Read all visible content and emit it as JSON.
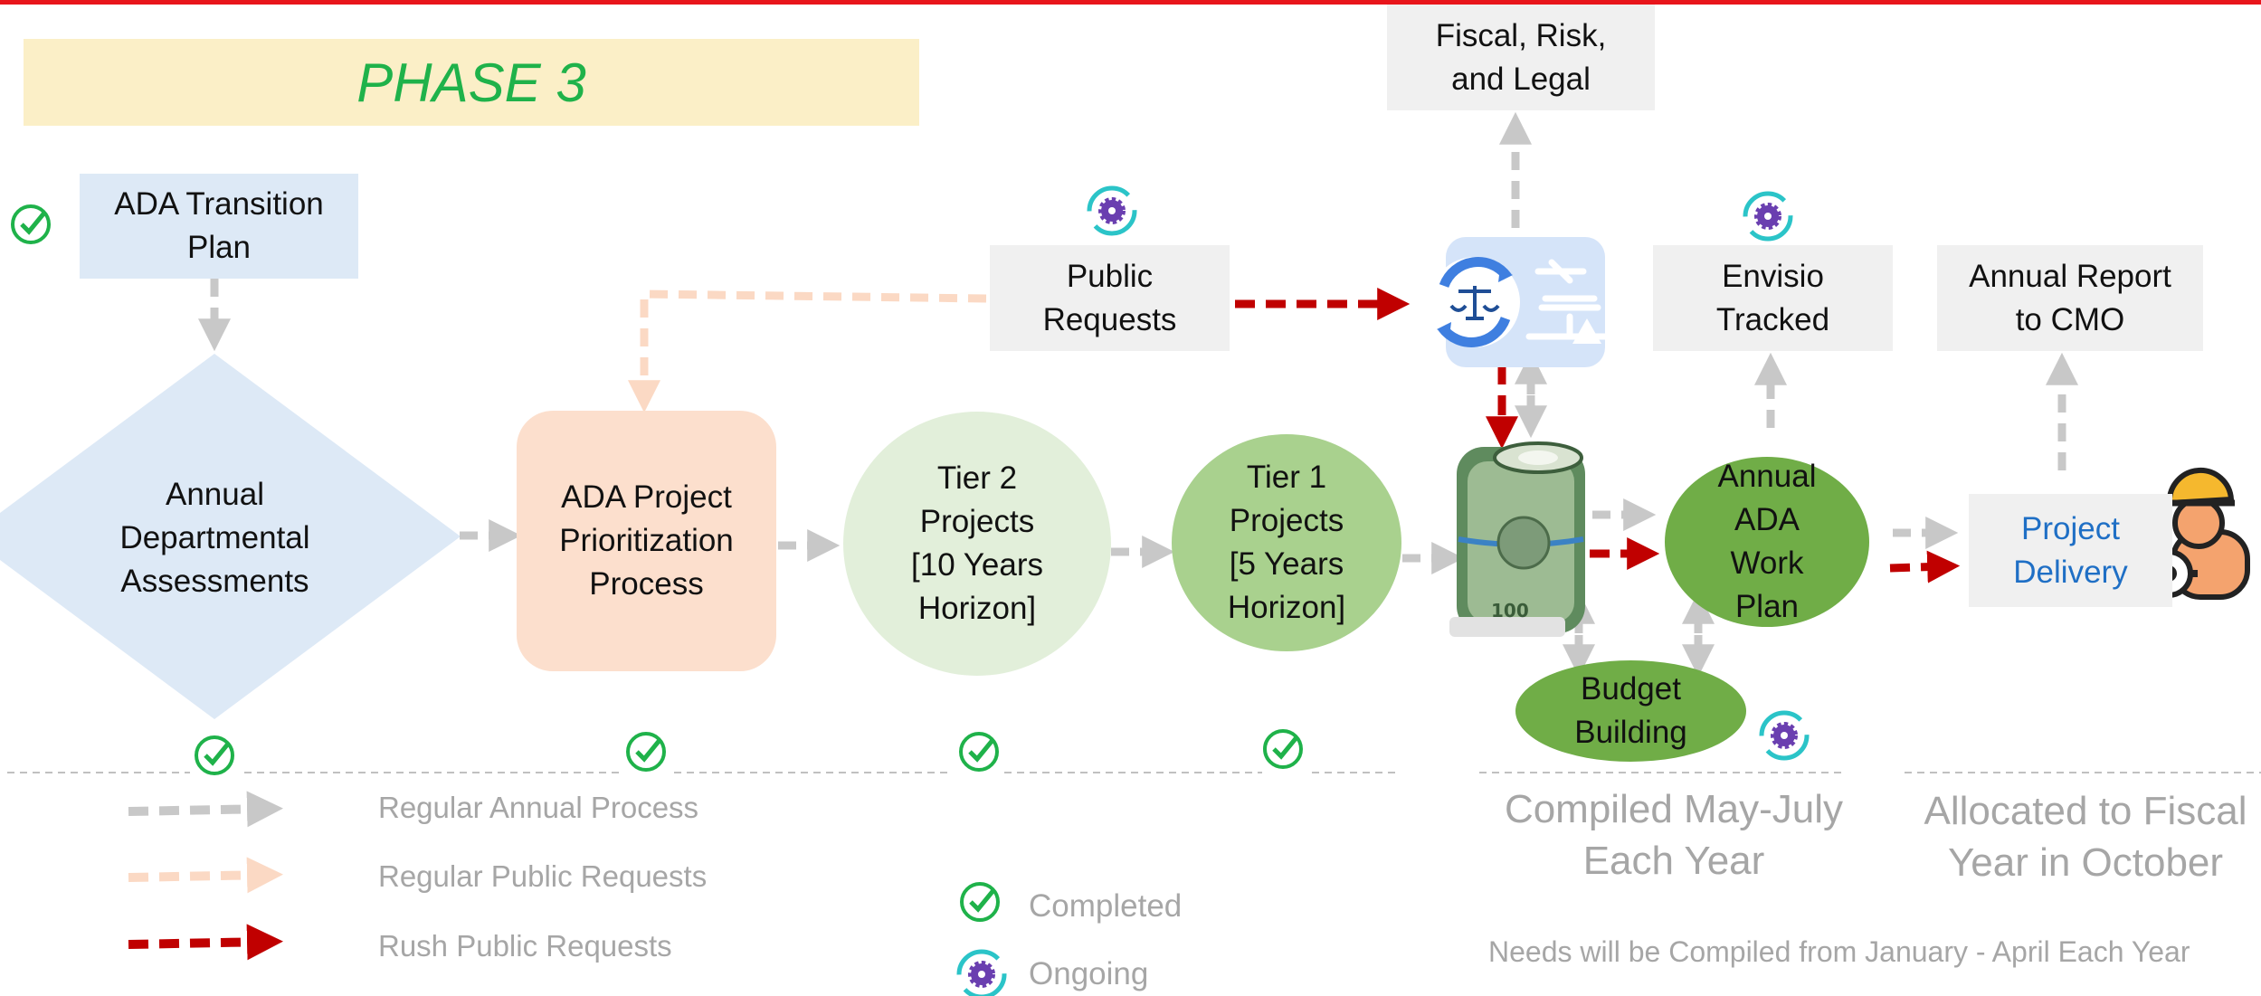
{
  "phase_title": "PHASE 3",
  "nodes": {
    "ada_transition_plan": "ADA Transition\nPlan",
    "annual_assessments": "Annual\nDepartmental\nAssessments",
    "prioritization": "ADA Project\nPrioritization\nProcess",
    "tier2": "Tier 2\nProjects\n[10 Years\nHorizon]",
    "tier1": "Tier 1\nProjects\n[5 Years\nHorizon]",
    "public_requests": "Public\nRequests",
    "fiscal_risk_legal": "Fiscal, Risk,\nand Legal",
    "envisio_tracked": "Envisio\nTracked",
    "annual_report": "Annual Report\nto CMO",
    "annual_work_plan": "Annual\nADA\nWork\nPlan",
    "budget_building": "Budget\nBuilding",
    "project_delivery": "Project\nDelivery"
  },
  "legend": {
    "regular_annual": "Regular Annual Process",
    "regular_public": "Regular Public Requests",
    "rush_public": "Rush Public Requests",
    "completed": "Completed",
    "ongoing": "Ongoing"
  },
  "captions": {
    "compiled": "Compiled May-July\nEach Year",
    "allocated": "Allocated to Fiscal\nYear in October",
    "needs": "Needs will be Compiled from January - April Each Year"
  },
  "colors": {
    "regular_arrow": "#c8c8c8",
    "public_arrow": "#fbd9c4",
    "rush_arrow": "#c00000",
    "completed_check": "#1fb24a",
    "ongoing_ring": "#2bc4c8",
    "ongoing_gear": "#6a3fb0",
    "accent_blue": "#1f6fc5"
  },
  "icons": {
    "status_completed": "check-circle-icon",
    "status_ongoing": "gear-cycle-icon",
    "legal_review": "scales-gavel-icon",
    "money": "money-roll-icon",
    "worker": "worker-gear-icon"
  }
}
